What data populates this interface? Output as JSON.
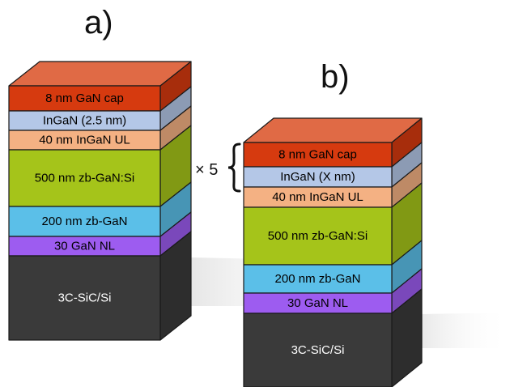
{
  "colors": {
    "cap": "#d63a0f",
    "cap_top": "#e06a45",
    "ingan": "#b4c7e7",
    "ul": "#f4b183",
    "gan_si": "#a5c41a",
    "zb_gan": "#5bbfe8",
    "nl": "#9d5cf0",
    "substrate": "#3a3a3a"
  },
  "panel_a": {
    "label": "a)",
    "layers": [
      {
        "name": "cap",
        "label": "8 nm GaN cap",
        "color_key": "cap",
        "text_color": "#000000"
      },
      {
        "name": "ingan",
        "label": "InGaN (2.5 nm)",
        "color_key": "ingan",
        "text_color": "#000000"
      },
      {
        "name": "ul",
        "label": "40 nm InGaN UL",
        "color_key": "ul",
        "text_color": "#000000"
      },
      {
        "name": "gan-si",
        "label": "500 nm zb-GaN:Si",
        "color_key": "gan_si",
        "text_color": "#000000"
      },
      {
        "name": "zb-gan",
        "label": "200 nm zb-GaN",
        "color_key": "zb_gan",
        "text_color": "#000000"
      },
      {
        "name": "nl",
        "label": "30 GaN NL",
        "color_key": "nl",
        "text_color": "#000000"
      },
      {
        "name": "substrate",
        "label": "3C-SiC/Si",
        "color_key": "substrate",
        "text_color": "#ffffff"
      }
    ]
  },
  "panel_b": {
    "label": "b)",
    "multiplier": "× 5",
    "layers": [
      {
        "name": "cap",
        "label": "8 nm GaN cap",
        "color_key": "cap",
        "text_color": "#000000"
      },
      {
        "name": "ingan",
        "label": "InGaN (X nm)",
        "color_key": "ingan",
        "text_color": "#000000"
      },
      {
        "name": "ul",
        "label": "40 nm InGaN UL",
        "color_key": "ul",
        "text_color": "#000000"
      },
      {
        "name": "gan-si",
        "label": "500 nm zb-GaN:Si",
        "color_key": "gan_si",
        "text_color": "#000000"
      },
      {
        "name": "zb-gan",
        "label": "200 nm zb-GaN",
        "color_key": "zb_gan",
        "text_color": "#000000"
      },
      {
        "name": "nl",
        "label": "30 GaN NL",
        "color_key": "nl",
        "text_color": "#000000"
      },
      {
        "name": "substrate",
        "label": "3C-SiC/Si",
        "color_key": "substrate",
        "text_color": "#ffffff"
      }
    ]
  }
}
